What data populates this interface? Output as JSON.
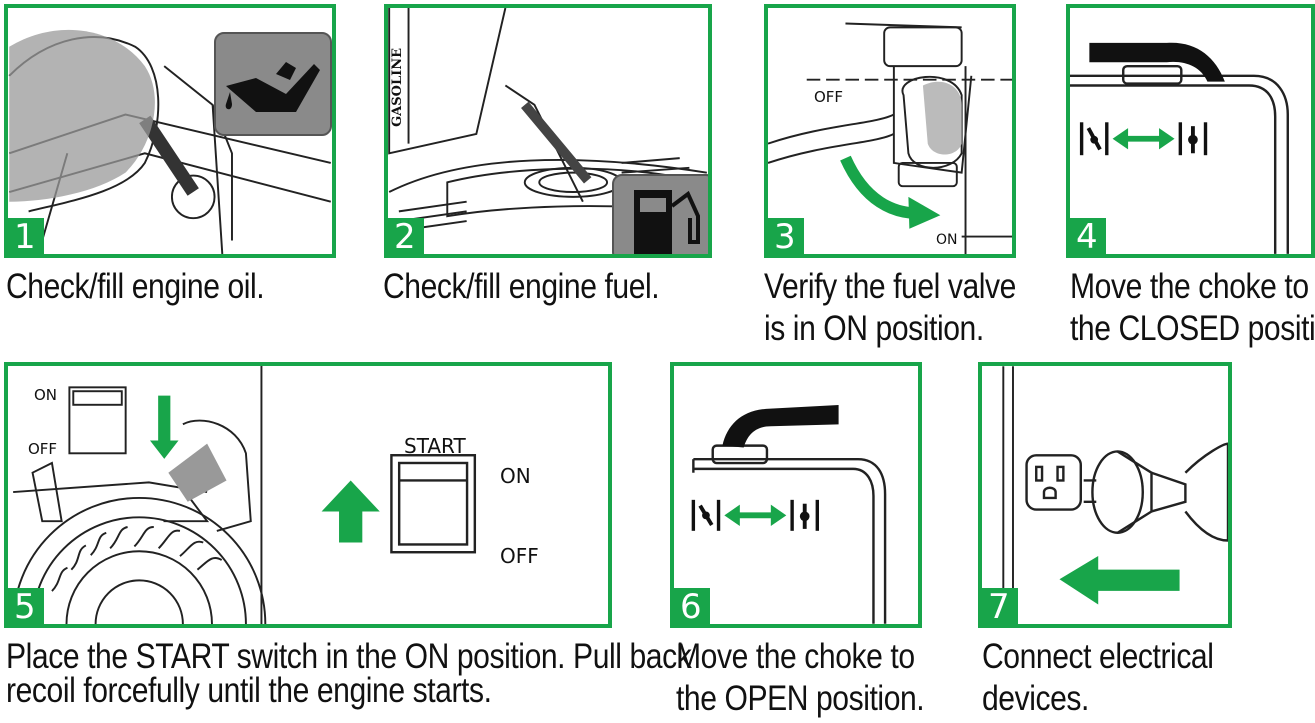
{
  "steps": [
    {
      "number": "1",
      "caption_lines": [
        "Check/fill engine oil."
      ]
    },
    {
      "number": "2",
      "caption_lines": [
        "Check/fill engine fuel."
      ],
      "can_label": "GASOLINE"
    },
    {
      "number": "3",
      "caption_lines": [
        "Verify the fuel valve",
        "is in ON position."
      ],
      "valve_off": "OFF",
      "valve_on": "ON"
    },
    {
      "number": "4",
      "caption_lines": [
        "Move the choke to",
        "the CLOSED position."
      ]
    },
    {
      "number": "5",
      "caption_lines": [
        "Place the START switch in the ON position. Pull back",
        "recoil forcefully until the engine starts."
      ],
      "switch_small_on": "ON",
      "switch_small_off": "OFF",
      "switch_title": "START",
      "switch_on": "ON",
      "switch_off": "OFF"
    },
    {
      "number": "6",
      "caption_lines": [
        "Move the choke to",
        "the OPEN position."
      ]
    },
    {
      "number": "7",
      "caption_lines": [
        "Connect electrical",
        "devices."
      ]
    }
  ],
  "colors": {
    "accent": "#18a54a",
    "icon_bg": "#8a8a8a"
  },
  "icons": [
    "oil-can-icon",
    "fuel-pump-icon",
    "green-arrow-icon",
    "choke-symbol-icon",
    "outlet-icon"
  ]
}
